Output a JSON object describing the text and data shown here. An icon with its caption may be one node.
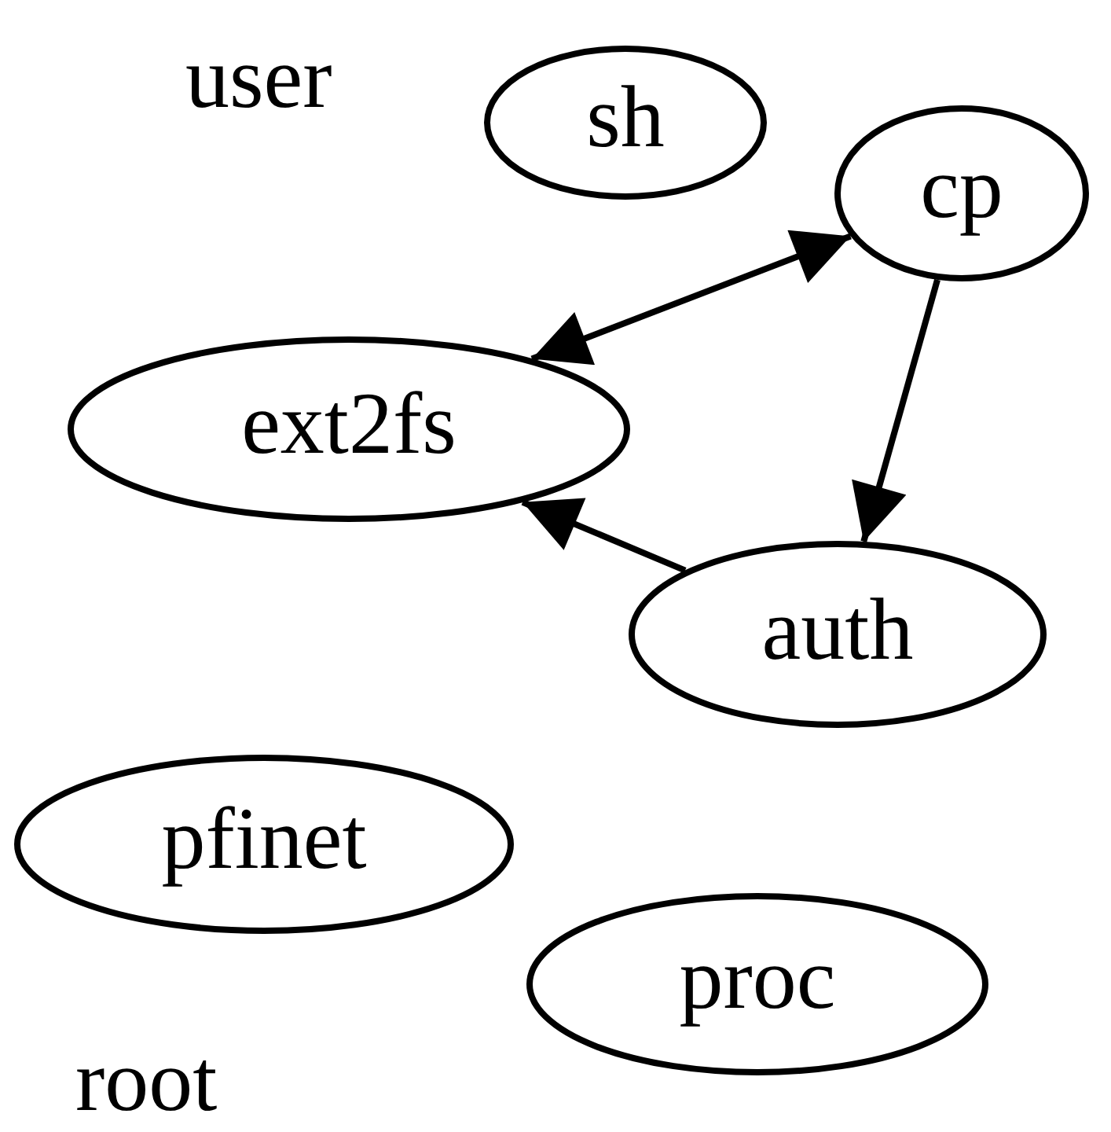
{
  "diagram": {
    "nodes": [
      {
        "text": [
          "sh"
        ]
      },
      {
        "text": [
          "cp"
        ]
      },
      {
        "text": [
          "ext2fs"
        ]
      },
      {
        "text": [
          "auth"
        ]
      },
      {
        "text": [
          "pfinet"
        ]
      },
      {
        "text": [
          "proc"
        ]
      }
    ],
    "edges": [
      {
        "from": 2,
        "to": 1,
        "arrow": "both"
      },
      {
        "from": 1,
        "to": 3,
        "arrow": "to"
      },
      {
        "from": 3,
        "to": 2,
        "arrow": "to"
      }
    ],
    "labels": [
      "user",
      "root"
    ]
  }
}
